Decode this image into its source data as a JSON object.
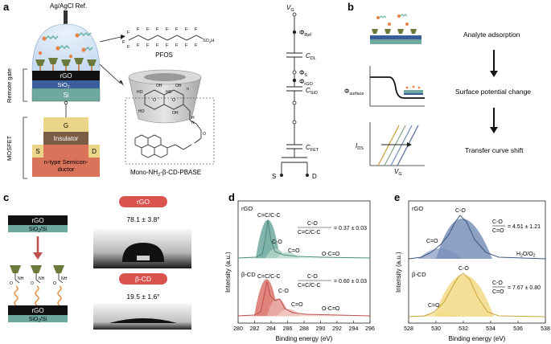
{
  "panel_labels": {
    "a": "a",
    "b": "b",
    "c": "c",
    "d": "d",
    "e": "e"
  },
  "panel_a": {
    "ref_electrode": "Ag/AgCl Ref.",
    "layers": {
      "rgo": "rGO",
      "sio2": "SiO",
      "sio2_sub": "2",
      "si": "Si"
    },
    "remote_gate": "Remote gate",
    "mosfet": "MOSFET",
    "mosfet_layers": {
      "gate": "G",
      "insulator": "Insulator",
      "source": "S",
      "drain": "D",
      "semiconductor_line1": "n-type Semicon-",
      "semiconductor_line2": "ductor"
    },
    "pfos_label": "PFOS",
    "pfos_f": "F",
    "pfos_acid": "SO",
    "pfos_acid_sub": "3",
    "pfos_acid_h": "H",
    "cd_label": "Mono-NH",
    "cd_label_sub": "2",
    "cd_label_rest": "-β-CD-PBASE",
    "cd_atoms": {
      "oh": "OH",
      "ho": "HO",
      "o": "O",
      "h": "H",
      "n": "N",
      "n_label": "n"
    },
    "circuit": {
      "vg": "V",
      "vg_sub": "G",
      "phi_ref": "Φ",
      "phi_ref_sub": "Ref",
      "c_dl": "C",
      "c_dl_sub": "DL",
      "phi_s": "Φ",
      "phi_s_sub": "S",
      "phi_rgo": "Φ",
      "phi_rgo_sub": "rGO",
      "c_sio2": "C",
      "c_sio2_sub": "SiO",
      "c_fet": "C",
      "c_fet_sub": "FET",
      "source": "S",
      "drain": "D"
    }
  },
  "panel_b": {
    "step1": "Analyte adsorption",
    "step2": "Surface potential change",
    "step3": "Transfer curve shift",
    "phi_surface": "Φ",
    "phi_surface_sub": "surface",
    "ids": "I",
    "ids_sub": "DS",
    "vg": "V",
    "vg_sub": "G"
  },
  "panel_c": {
    "top_layer": "rGO",
    "top_sub": "SiO",
    "top_sub_2": "2",
    "top_sub_rest": "/Si",
    "rgo_badge": "rGO",
    "rgo_angle": "78.1 ± 3.8°",
    "cd_badge": "β-CD",
    "cd_angle": "19.5 ± 1.6°",
    "bottom_layer": "rGO",
    "bottom_sub": "SiO",
    "bottom_sub_2": "2",
    "bottom_sub_rest": "/Si",
    "atoms": {
      "o": "O",
      "nh": "NH"
    },
    "badge_color": "#d9534f"
  },
  "panel_d": {
    "ylabel": "Intensity (a.u.)",
    "xlabel": "Binding energy (eV)",
    "xticks": [
      "280",
      "282",
      "284",
      "286",
      "288",
      "290",
      "292",
      "294",
      "296"
    ],
    "rgo": {
      "name": "rGO",
      "peak1": "C=C/C-C",
      "peak2": "C-O",
      "peak3": "C=O",
      "peak4": "O-C=O",
      "ratio_num": "C-O",
      "ratio_den": "C=C/C-C",
      "ratio_val": "= 0.37 ± 0.03"
    },
    "cd": {
      "name": "β-CD",
      "peak1": "C=C/C-C",
      "peak2": "C-O",
      "peak3": "C=O",
      "peak4": "O-C=O",
      "ratio_num": "C-O",
      "ratio_den": "C=C/C-C",
      "ratio_val": "= 0.60 ± 0.03"
    }
  },
  "panel_e": {
    "ylabel": "Intensity (a.u.)",
    "xlabel": "Binding energy (eV)",
    "xticks": [
      "528",
      "530",
      "532",
      "534",
      "536",
      "538"
    ],
    "rgo": {
      "name": "rGO",
      "peak1": "C=O",
      "peak2": "C-O",
      "peak3": "H",
      "peak3_sub": "2",
      "peak3_rest": "O/O",
      "peak3_sub2": "2",
      "ratio_num": "C-O",
      "ratio_den": "C=O",
      "ratio_val": "= 4.51 ± 1.21"
    },
    "cd": {
      "name": "β-CD",
      "peak1": "C=O",
      "peak2": "C-O",
      "ratio_num": "C-O",
      "ratio_den": "C=O",
      "ratio_val": "= 7.67 ± 0.80"
    }
  },
  "colors": {
    "green_dark": "#4a8a78",
    "green_fill": "#a9cfc2",
    "green_light": "#d5e8e1",
    "red_dark": "#c0504d",
    "red_fill": "#e6a9a4",
    "red_light": "#f3d4d0",
    "blue_dark": "#5b6f9a",
    "blue_fill": "#a8b6d4",
    "yellow_dark": "#d4b445",
    "yellow_fill": "#f2dc8a",
    "sio2": "#3a5d9c",
    "si": "#6fa89e",
    "gate": "#e8d27c",
    "insulator": "#7b5c45",
    "semi": "#d9735a"
  }
}
